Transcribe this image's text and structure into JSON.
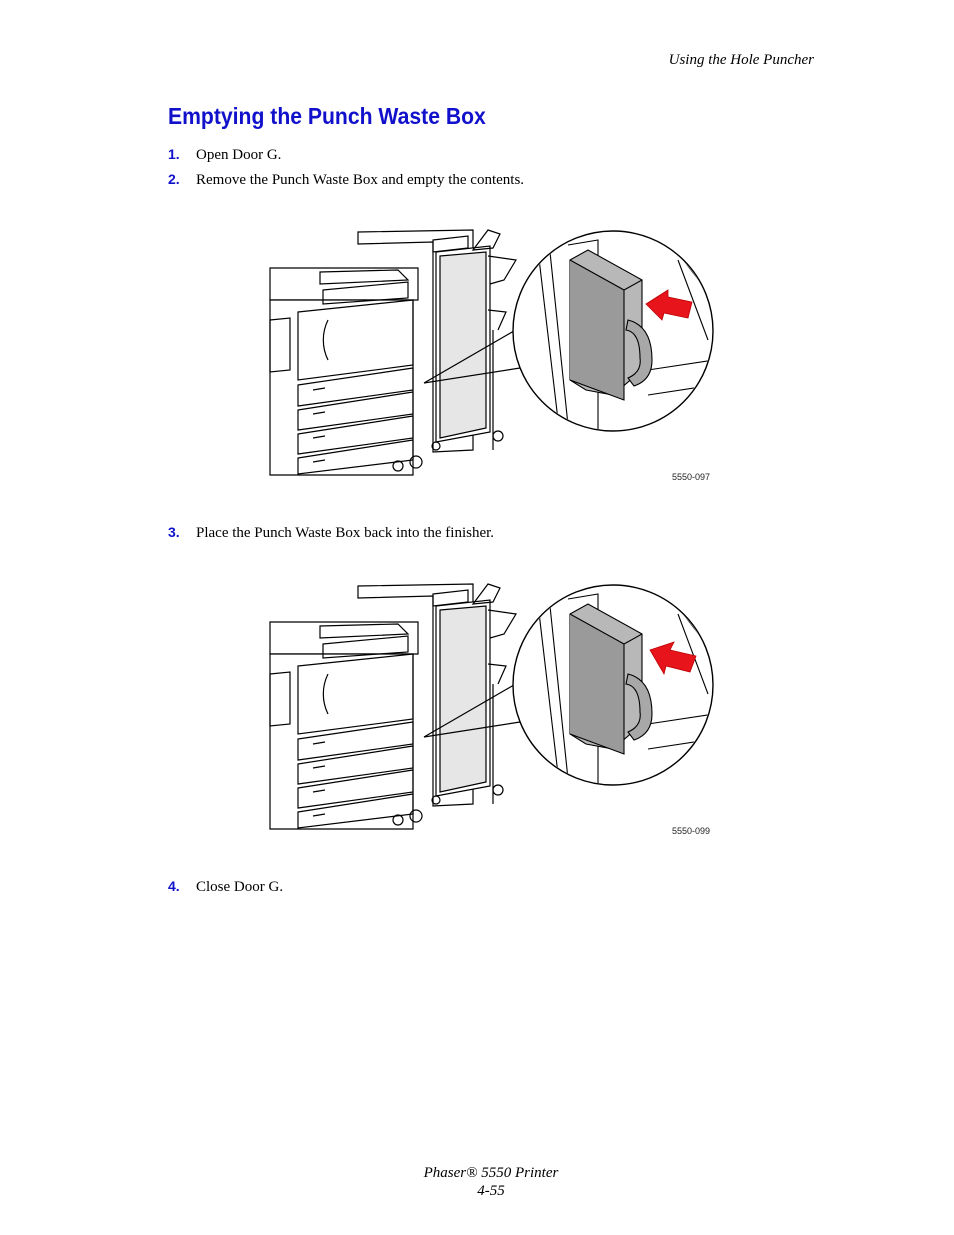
{
  "header": {
    "running_title": "Using the Hole Puncher"
  },
  "section": {
    "title": "Emptying the Punch Waste Box"
  },
  "steps": [
    {
      "number": "1.",
      "text": "Open Door G."
    },
    {
      "number": "2.",
      "text": "Remove the Punch Waste Box and empty the contents."
    },
    {
      "number": "3.",
      "text": "Place the Punch Waste Box back into the finisher."
    },
    {
      "number": "4.",
      "text": "Close Door G."
    }
  ],
  "figures": [
    {
      "id": "5550-097",
      "arrow_direction": "out"
    },
    {
      "id": "5550-099",
      "arrow_direction": "in"
    }
  ],
  "colors": {
    "heading": "#1111cc",
    "arrow": "#e8141c",
    "box_fill": "#b8b8b8"
  },
  "footer": {
    "product": "Phaser® 5550 Printer",
    "page": "4-55"
  }
}
